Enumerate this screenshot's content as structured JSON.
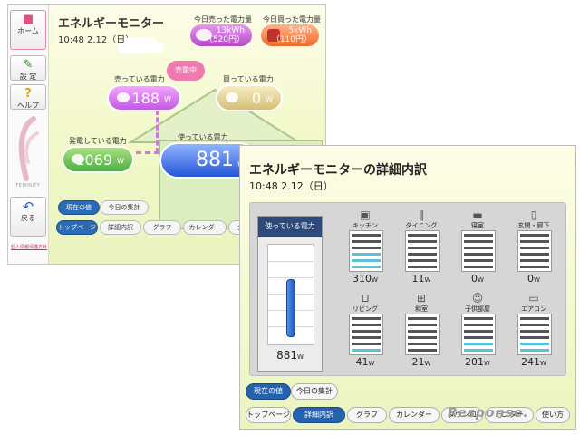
{
  "back": {
    "sidebar": {
      "home": "ホーム",
      "settings": "設 定",
      "help": "ヘルプ",
      "logo_text": "FEMINITY",
      "back": "戻る",
      "privacy": "個人情報保護方針"
    },
    "title": "エネルギーモニター",
    "datetime": "10:48  2.12（日）",
    "sold_today": {
      "label": "今日売った電力量",
      "value": "13kWh",
      "sub": "（520円）"
    },
    "bought_today": {
      "label": "今日買った電力量",
      "value": "5kWh",
      "sub": "（110円）"
    },
    "selling": {
      "label": "売っている電力",
      "value": "188",
      "unit": "W"
    },
    "bubble": "売電中",
    "buying": {
      "label": "買っている電力",
      "value": "0",
      "unit": "W"
    },
    "generating": {
      "label": "発電している電力",
      "value": "1069",
      "unit": "W"
    },
    "using": {
      "label": "使っている電力",
      "value": "881",
      "unit": "W"
    },
    "buttons": {
      "current": "現在の値",
      "today": "今日の集計"
    },
    "nav": [
      "トップページ",
      "詳細内訳",
      "グラフ",
      "カレンダー",
      "ダウン"
    ]
  },
  "front": {
    "title": "エネルギーモニターの詳細内訳",
    "datetime": "10:48  2.12（日）",
    "using": {
      "label": "使っている電力",
      "value": "881",
      "unit": "W"
    },
    "rooms": [
      {
        "name": "キッチン",
        "icon": "apron-icon",
        "value": "310",
        "unit": "W",
        "level": 3
      },
      {
        "name": "ダイニング",
        "icon": "cutlery-icon",
        "value": "11",
        "unit": "W",
        "level": 0
      },
      {
        "name": "寝室",
        "icon": "bed-icon",
        "value": "0",
        "unit": "W",
        "level": 0
      },
      {
        "name": "玄関・廊下",
        "icon": "door-icon",
        "value": "0",
        "unit": "W",
        "level": 0
      },
      {
        "name": "リビング",
        "icon": "sofa-icon",
        "value": "41",
        "unit": "W",
        "level": 1
      },
      {
        "name": "和室",
        "icon": "tatami-icon",
        "value": "21",
        "unit": "W",
        "level": 0
      },
      {
        "name": "子供部屋",
        "icon": "child-icon",
        "value": "201",
        "unit": "W",
        "level": 2
      },
      {
        "name": "エアコン",
        "icon": "aircon-icon",
        "value": "241",
        "unit": "W",
        "level": 2
      }
    ],
    "buttons": {
      "current": "現在の値",
      "today": "今日の集計"
    },
    "nav": [
      "トップページ",
      "詳細内訳",
      "グラフ",
      "カレンダー",
      "ダウンロ",
      "モニター",
      "使い方"
    ]
  },
  "watermark": "Response.",
  "colors": {
    "accent_blue": "#2563b0",
    "meter_on": "#57c2d8",
    "pink": "#f07ab0"
  }
}
